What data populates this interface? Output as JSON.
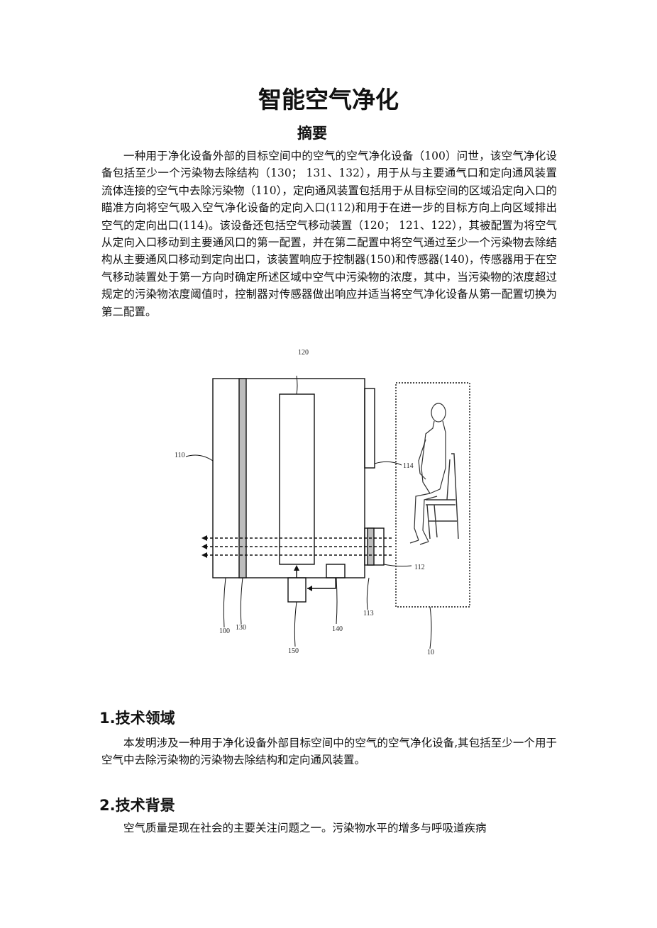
{
  "title": "智能空气净化",
  "abstract_heading": "摘要",
  "abstract_text": "一种用于净化设备外部的目标空间中的空气的空气净化设备（100）问世，该空气净化设备包括至少一个污染物去除结构（130； 131、132），用于从与主要通气口和定向通风装置流体连接的空气中去除污染物（110），定向通风装置包括用于从目标空间的区域沿定向入口的瞄准方向将空气吸入空气净化设备的定向入口(112)和用于在进一步的目标方向上向区域排出空气的定向出口(114)。该设备还包括空气移动装置（120； 121、122），其被配置为将空气从定向入口移动到主要通风口的第一配置，并在第二配置中将空气通过至少一个污染物去除结构从主要通风口移动到定向出口，该装置响应于控制器(150)和传感器(140)，传感器用于在空气移动装置处于第一方向时确定所述区域中空气中污染物的浓度，其中，当污染物的浓度超过规定的污染物浓度阈值时，控制器对传感器做出响应并适当将空气净化设备从第一配置切换为第二配置。",
  "figure": {
    "labels": {
      "l120": "120",
      "l110": "110",
      "l114": "114",
      "l112": "112",
      "l113": "113",
      "l100": "100",
      "l130": "130",
      "l140": "140",
      "l150": "150",
      "l10": "10"
    }
  },
  "sections": [
    {
      "heading": "1.技术领域",
      "text": "本发明涉及一种用于净化设备外部目标空间中的空气的空气净化设备,其包括至少一个用于空气中去除污染物的污染物去除结构和定向通风装置。"
    },
    {
      "heading": "2.技术背景",
      "text": "空气质量是现在社会的主要关注问题之一。污染物水平的增多与呼吸道疾病"
    }
  ]
}
